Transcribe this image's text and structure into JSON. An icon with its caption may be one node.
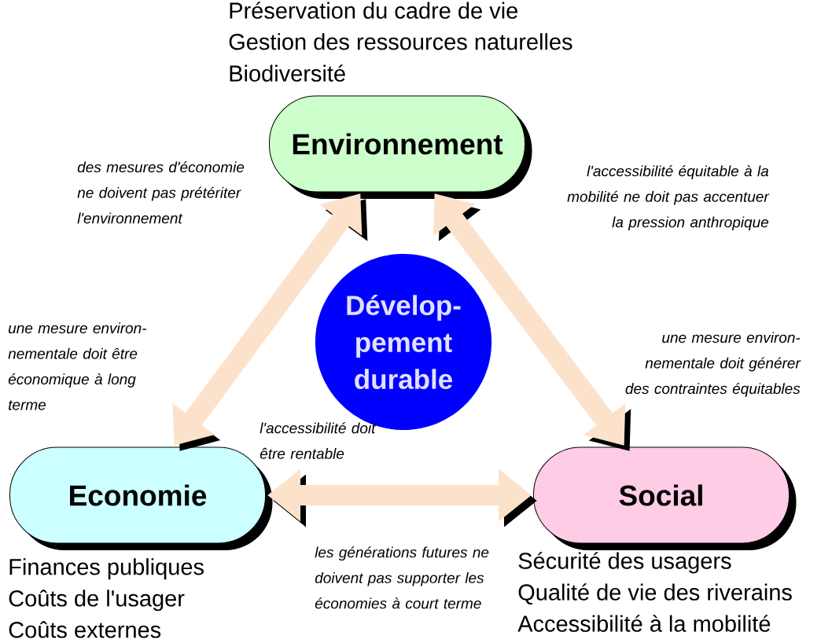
{
  "diagram": {
    "nodes": [
      {
        "text": [
          "Environnement"
        ],
        "beside": [
          "Préservation du cadre de vie",
          "Gestion des ressources naturelles",
          "Biodiversité"
        ]
      },
      {
        "text": [
          "Economie"
        ],
        "beside": [
          "Finances publiques",
          "Coûts de l'usager",
          "Coûts externes"
        ]
      },
      {
        "text": [
          "Social"
        ],
        "beside": [
          "Sécurité des usagers",
          "Qualité de vie des riverains",
          "Accessibilité à la mobilité"
        ]
      },
      {
        "text": [
          "Dévelop-pement durable"
        ]
      }
    ],
    "edges": [
      {
        "from": 0,
        "to": 1,
        "arrow": "both"
      },
      {
        "from": 0,
        "to": 2,
        "arrow": "both"
      },
      {
        "from": 1,
        "to": 2,
        "arrow": "both"
      }
    ],
    "labels": [
      "des mesures d'économie ne doivent pas prétériter l'environnement",
      "l'accessibilité équitable à la mobilité ne doit pas accentuer la pression anthropique",
      "une mesure environ-nementale doit être économique à long terme",
      "une mesure environ-nementale doit générer des contraintes équitables",
      "l'accessibilité doit être rentable",
      "les générations futures ne doivent pas supporter les économies à court terme"
    ]
  }
}
